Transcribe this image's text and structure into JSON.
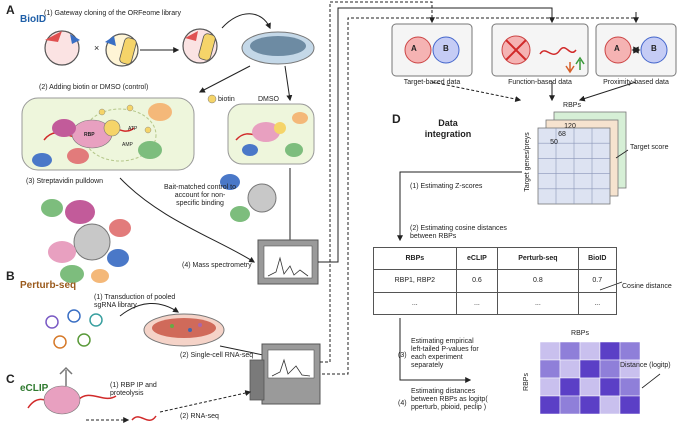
{
  "panels": {
    "A": {
      "letter": "A",
      "title": "BioID"
    },
    "B": {
      "letter": "B",
      "title": "Perturb-seq"
    },
    "C": {
      "letter": "C",
      "title": "eCLIP"
    },
    "D": {
      "letter": "D",
      "title": "Data integration"
    }
  },
  "bioid_steps": {
    "s1": "(1) Gateway cloning of the ORFeome library",
    "s2": "(2) Adding biotin or DMSO (control)",
    "s3": "(3) Streptavidin pulldown",
    "s4": "(4) Mass spectrometry",
    "biotin": "biotin",
    "dmso": "DMSO",
    "atp": "ATP",
    "amp": "AMP",
    "rbp": "RBP",
    "bait_matched": "Bait-matched control to account for non-specific binding",
    "times": "×"
  },
  "perturb_steps": {
    "s1": "(1) Transduction of pooled sgRNA library",
    "s2": "(2) Single-cell RNA-seq"
  },
  "eclip_steps": {
    "s1": "(1) RBP IP and proteolysis",
    "s2": "(2) RNA-seq"
  },
  "data_types": {
    "target": "Target-based data",
    "function": "Function-based data",
    "proximity": "Proximity-based data",
    "node_a": "A",
    "node_b": "B"
  },
  "integration": {
    "rbps_top": "RBPs",
    "targets_axis": "Target genes/preys",
    "cell_120": "120",
    "cell_68": "68",
    "cell_50": "50",
    "target_score": "Target score",
    "step1": "(1)  Estimating Z-scores",
    "step2": "(2)  Estimating cosine distances between RBPs",
    "cosine_distance": "Cosine distance",
    "step3_num": "(3)",
    "step3": "Estimating empirical left-tailed P-values for each experiment separately",
    "step4_num": "(4)",
    "step4": "Estimating distances between RBPs as logitp( pperturb, pbioid, peclip )",
    "heatmap_top": "RBPs",
    "heatmap_side": "RBPs",
    "distance": "Distance (logitp)"
  },
  "cosine_table": {
    "header": [
      "RBPs",
      "eCLIP",
      "Perturb-seq",
      "BioID"
    ],
    "row1": [
      "RBP1, RBP2",
      "0.6",
      "0.8",
      "0.7"
    ],
    "row2": [
      "...",
      "...",
      "...",
      "..."
    ]
  },
  "colors": {
    "bioid": "#1f5fa8",
    "perturb": "#9a5a1c",
    "eclip": "#2f7a2f",
    "heat_dark": "#5b3fc6",
    "heat_mid": "#8f7fd9",
    "heat_light": "#c9c0ee"
  }
}
